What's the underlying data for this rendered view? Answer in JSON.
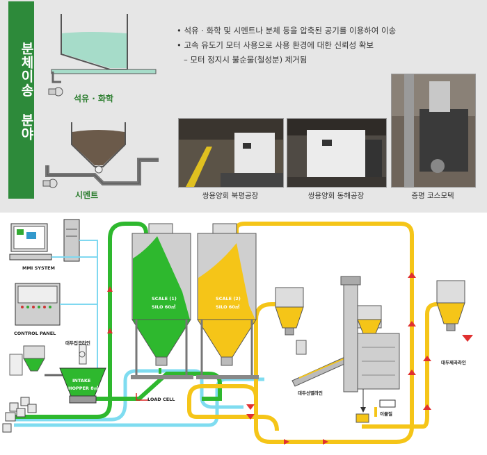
{
  "sidebar": {
    "title": "분체이송 분야"
  },
  "upper_diagrams": {
    "label_1": "석유 · 화학",
    "label_2": "시멘트"
  },
  "bullets": [
    "• 석유 · 화학 및 시멘트나 분체 등을 압축된 공기를 이용하여 이송",
    "• 고속 유도기 모터 사용으로 사용 환경에 대한 신뢰성 확보",
    "– 모터 정지시 불순물(철성분) 제거됨"
  ],
  "photos": [
    {
      "caption": "쌍용양회 북평공장"
    },
    {
      "caption": "쌍용양회 동해공장"
    },
    {
      "caption": "증평 코스모텍"
    }
  ],
  "process": {
    "mmi": "MMI SYSTEM",
    "control_panel": "CONTROL PANEL",
    "intake_hopper_1": "INTAKE",
    "intake_hopper_2": "HOPPER 8㎥",
    "bean_line_left": "대두입곡라인",
    "silo1_line1": "SCALE (1)",
    "silo1_line2": "SILO 60㎥",
    "silo2_line1": "SCALE (2)",
    "silo2_line2": "SILO 60㎥",
    "load_cell": "LOAD CELL",
    "sorting_line": "대두선별라인",
    "foreign": "이물질",
    "bean_line_right": "대두제곡라인"
  },
  "colors": {
    "green": "#2eb82e",
    "yellow": "#f5c518",
    "cyan": "#7fdcf0",
    "band": "#2d8a3a"
  }
}
